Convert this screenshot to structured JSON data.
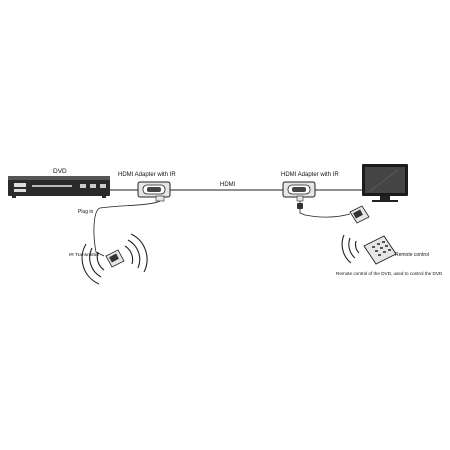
{
  "labels": {
    "dvd": "DVD",
    "adapter_left": "HDMI Adapter with IR",
    "hdmi": "HDMI",
    "adapter_right": "HDMI Adapter with IR",
    "plug_in": "Plug in",
    "ir_transmitter": "IR Transmitter",
    "remote_control": "Remote control",
    "remote_caption": "Remote control of the DVD, used to control the DVD"
  },
  "colors": {
    "line": "#222222",
    "device_body": "#2a2a2a",
    "device_light": "#e6e6e6",
    "screen": "#1c1c1c"
  }
}
